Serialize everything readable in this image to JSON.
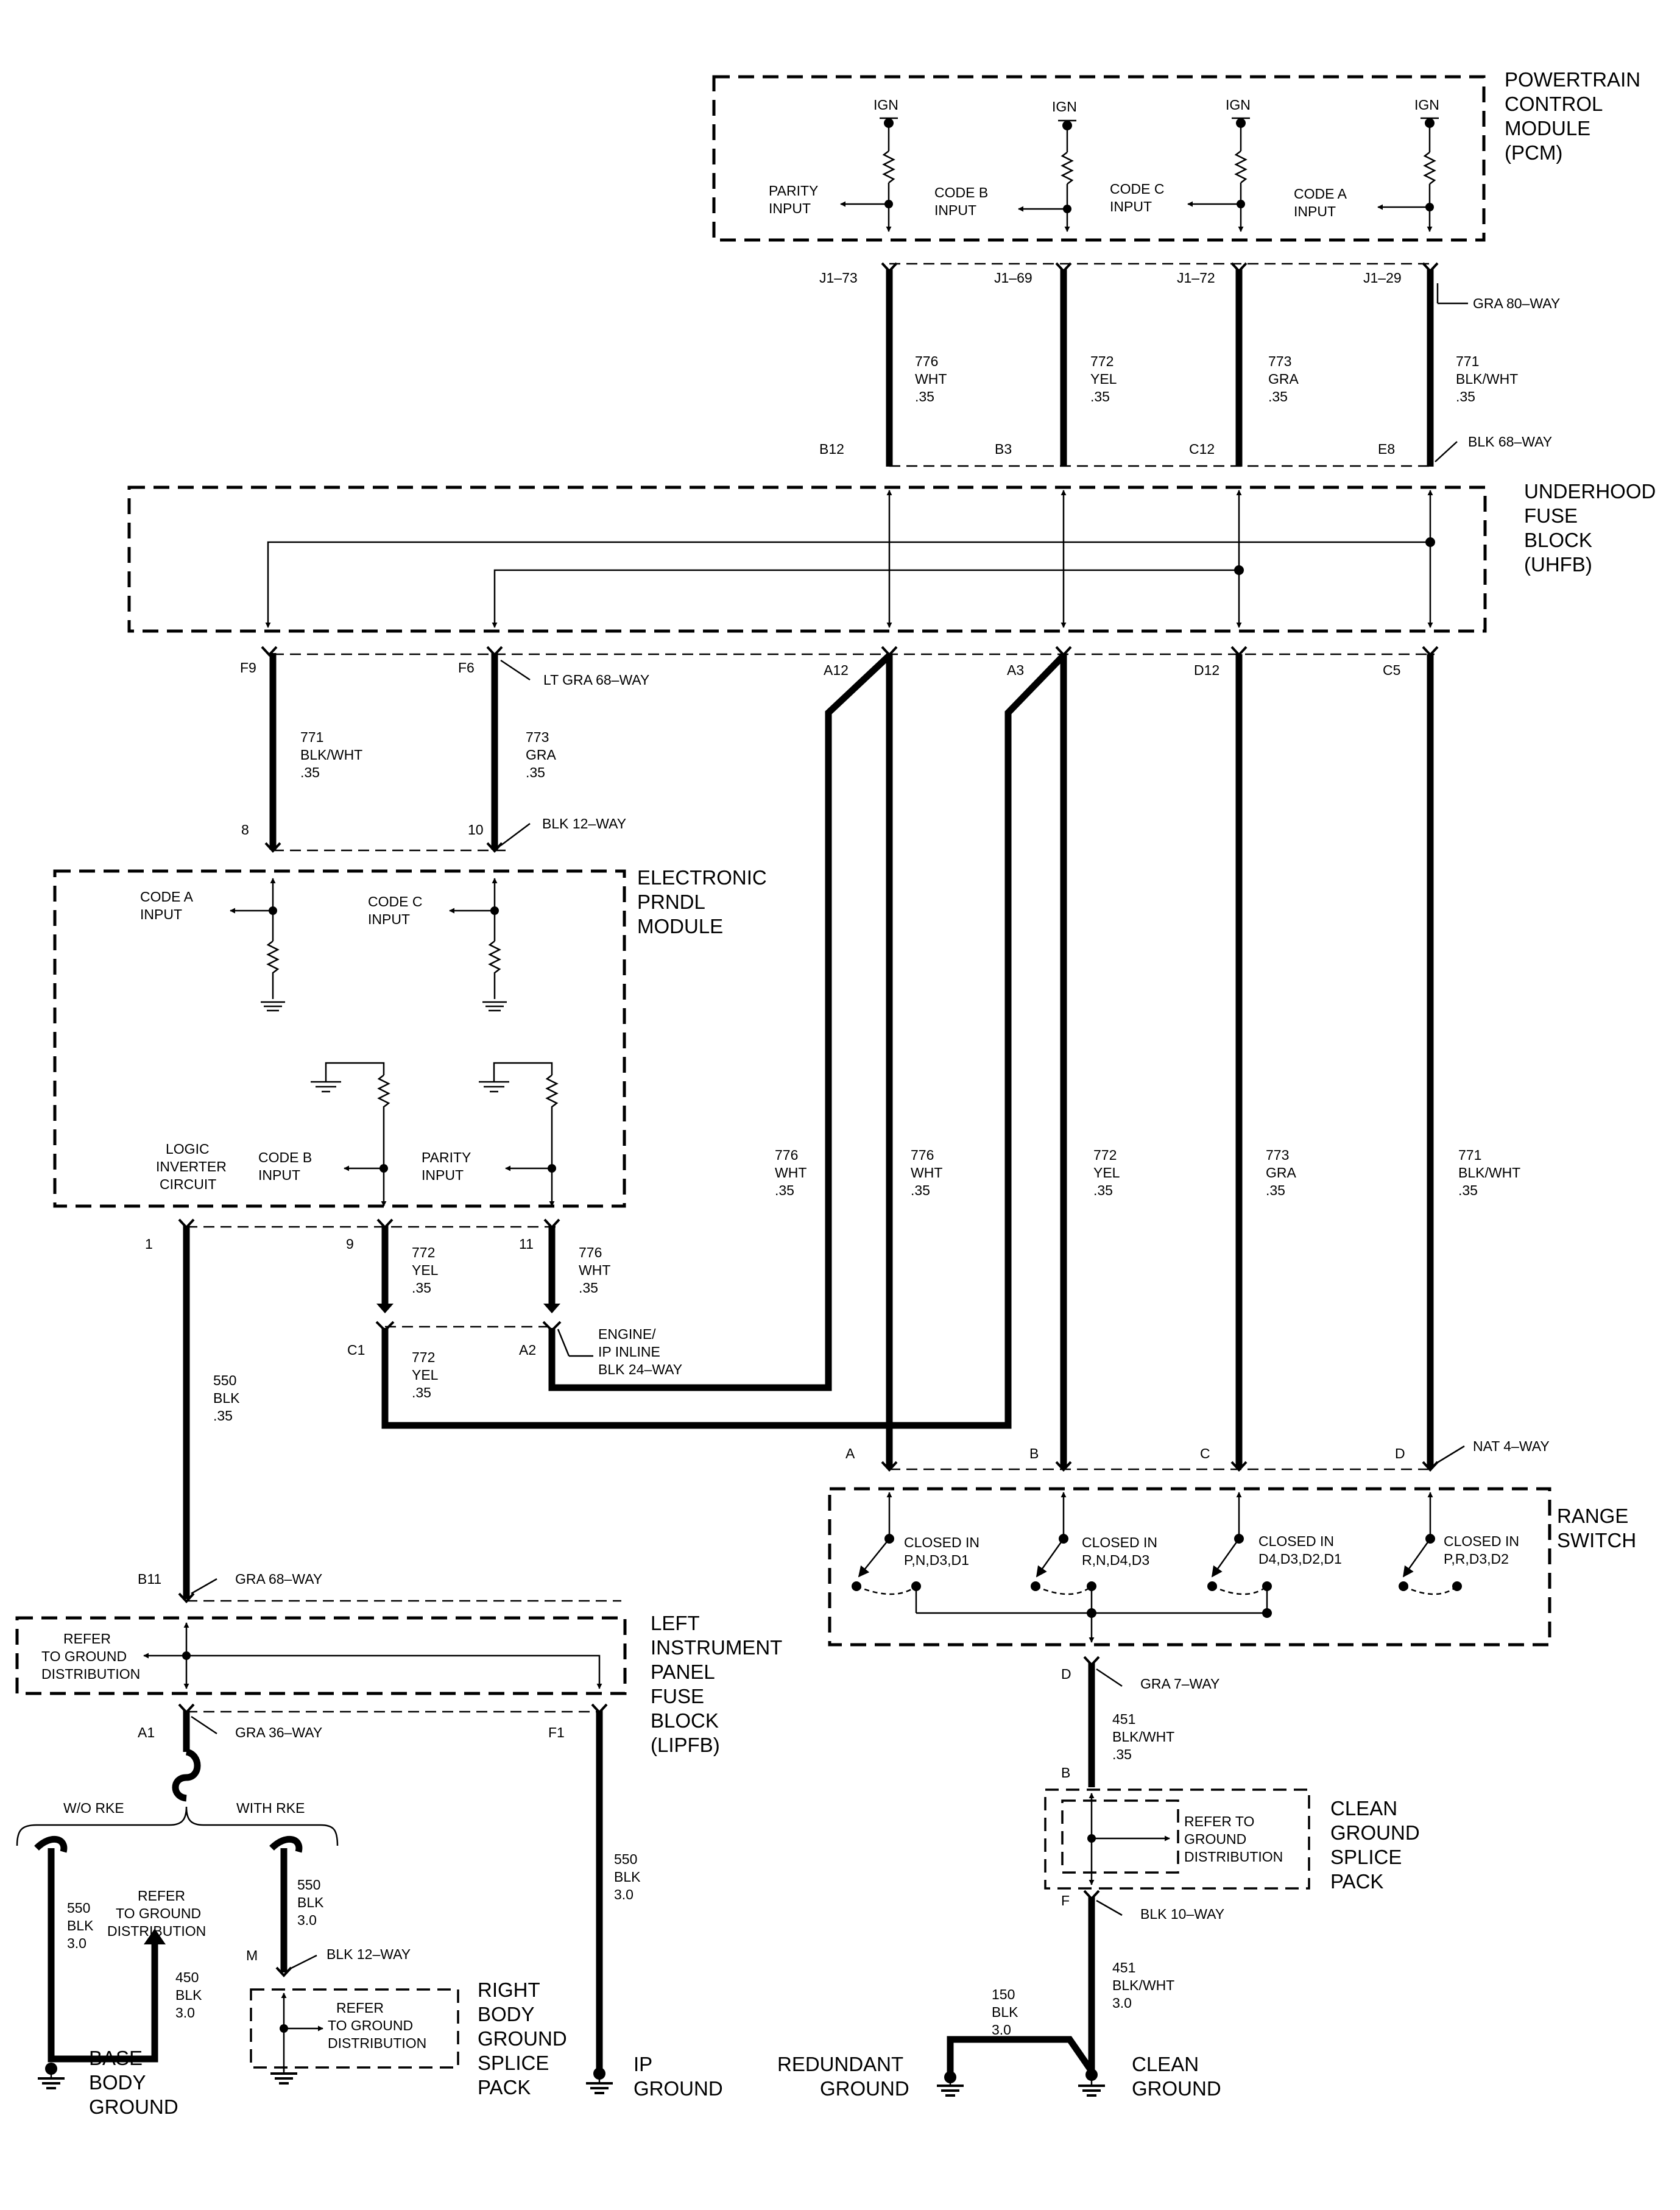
{
  "modules": {
    "pcm": [
      "POWERTRAIN",
      "CONTROL",
      "MODULE",
      "(PCM)"
    ],
    "uhfb": [
      "UNDERHOOD",
      "FUSE",
      "BLOCK",
      "(UHFB)"
    ],
    "prndl": [
      "ELECTRONIC",
      "PRNDL",
      "MODULE"
    ],
    "range": [
      "RANGE",
      "SWITCH"
    ],
    "lipfb": [
      "LEFT",
      "INSTRUMENT",
      "PANEL",
      "FUSE",
      "BLOCK",
      "(LIPFB)"
    ],
    "cgsp": [
      "CLEAN",
      "GROUND",
      "SPLICE",
      "PACK"
    ],
    "rbgsp": [
      "RIGHT",
      "BODY",
      "GROUND",
      "SPLICE",
      "PACK"
    ]
  },
  "pcm_inputs": [
    {
      "ign": "IGN",
      "label": [
        "PARITY",
        "INPUT"
      ]
    },
    {
      "ign": "IGN",
      "label": [
        "CODE B",
        "INPUT"
      ]
    },
    {
      "ign": "IGN",
      "label": [
        "CODE C",
        "INPUT"
      ]
    },
    {
      "ign": "IGN",
      "label": [
        "CODE A",
        "INPUT"
      ]
    }
  ],
  "pcm_pins": [
    "J1–73",
    "J1–69",
    "J1–72",
    "J1–29"
  ],
  "pcm_connector": "GRA 80–WAY",
  "pcm_wires": [
    [
      "776",
      "WHT",
      ".35"
    ],
    [
      "772",
      "YEL",
      ".35"
    ],
    [
      "773",
      "GRA",
      ".35"
    ],
    [
      "771",
      "BLK/WHT",
      ".35"
    ]
  ],
  "uhfb_top_pins": [
    "B12",
    "B3",
    "C12",
    "E8"
  ],
  "uhfb_top_connector": "BLK 68–WAY",
  "uhfb_bottom_pins": [
    "F9",
    "F6",
    "A12",
    "A3",
    "D12",
    "C5"
  ],
  "uhfb_bottom_connector": "LT GRA 68–WAY",
  "prndl_feed_wires": [
    [
      "771",
      "BLK/WHT",
      ".35"
    ],
    [
      "773",
      "GRA",
      ".35"
    ]
  ],
  "prndl_top_pins": [
    "8",
    "10"
  ],
  "prndl_top_connector": "BLK 12–WAY",
  "prndl_internal": {
    "code_a": [
      "CODE A",
      "INPUT"
    ],
    "code_c": [
      "CODE C",
      "INPUT"
    ],
    "logic": [
      "LOGIC",
      "INVERTER",
      "CIRCUIT"
    ],
    "code_b": [
      "CODE B",
      "INPUT"
    ],
    "parity": [
      "PARITY",
      "INPUT"
    ]
  },
  "prndl_bottom_pins": [
    "1",
    "9",
    "11"
  ],
  "prndl_out_wires": {
    "p9": [
      "772",
      "YEL",
      ".35"
    ],
    "p11": [
      "776",
      "WHT",
      ".35"
    ]
  },
  "inline": {
    "pins": [
      "C1",
      "A2"
    ],
    "name": [
      "ENGINE/",
      "IP INLINE",
      "BLK 24–WAY"
    ],
    "c1_wire": [
      "772",
      "YEL",
      ".35"
    ]
  },
  "ground_550": [
    "550",
    "BLK",
    ".35"
  ],
  "long_wires": [
    [
      "776",
      "WHT",
      ".35"
    ],
    [
      "776",
      "WHT",
      ".35"
    ],
    [
      "772",
      "YEL",
      ".35"
    ],
    [
      "773",
      "GRA",
      ".35"
    ],
    [
      "771",
      "BLK/WHT",
      ".35"
    ]
  ],
  "range_pins": [
    "A",
    "B",
    "C",
    "D"
  ],
  "range_connector": "NAT 4–WAY",
  "range_contacts": [
    [
      "CLOSED IN",
      "P,N,D3,D1"
    ],
    [
      "CLOSED IN",
      "R,N,D4,D3"
    ],
    [
      "CLOSED IN",
      "D4,D3,D2,D1"
    ],
    [
      "CLOSED IN",
      "P,R,D3,D2"
    ]
  ],
  "range_out": {
    "pin": "D",
    "connector": "GRA 7–WAY",
    "wire": [
      "451",
      "BLK/WHT",
      ".35"
    ]
  },
  "cgsp_detail": {
    "pin_in": "B",
    "refer": [
      "REFER TO",
      "GROUND",
      "DISTRIBUTION"
    ],
    "pin_out": "F",
    "connector": "BLK 10–WAY",
    "wire": [
      "451",
      "BLK/WHT",
      "3.0"
    ]
  },
  "redundant": {
    "wire": [
      "150",
      "BLK",
      "3.0"
    ],
    "label": [
      "REDUNDANT",
      "GROUND"
    ]
  },
  "clean_ground": [
    "CLEAN",
    "GROUND"
  ],
  "lipfb_detail": {
    "pin_in": "B11",
    "connector_in": "GRA 68–WAY",
    "refer": [
      "REFER",
      "TO GROUND",
      "DISTRIBUTION"
    ],
    "pin_a1": "A1",
    "connector_a1": "GRA 36–WAY",
    "pin_f1": "F1"
  },
  "options": {
    "left": "W/O RKE",
    "right": "WITH RKE"
  },
  "base_body": {
    "wire550": [
      "550",
      "BLK",
      "3.0"
    ],
    "refer": [
      "REFER",
      "TO GROUND",
      "DISTRIBUTION"
    ],
    "wire450": [
      "450",
      "BLK",
      "3.0"
    ],
    "label": [
      "BASE",
      "BODY",
      "GROUND"
    ]
  },
  "rbgsp_detail": {
    "wire": [
      "550",
      "BLK",
      "3.0"
    ],
    "pin": "M",
    "connector": "BLK 12–WAY",
    "refer": [
      "REFER",
      "TO GROUND",
      "DISTRIBUTION"
    ]
  },
  "ip_ground": {
    "wire": [
      "550",
      "BLK",
      "3.0"
    ],
    "label": [
      "IP",
      "GROUND"
    ]
  }
}
